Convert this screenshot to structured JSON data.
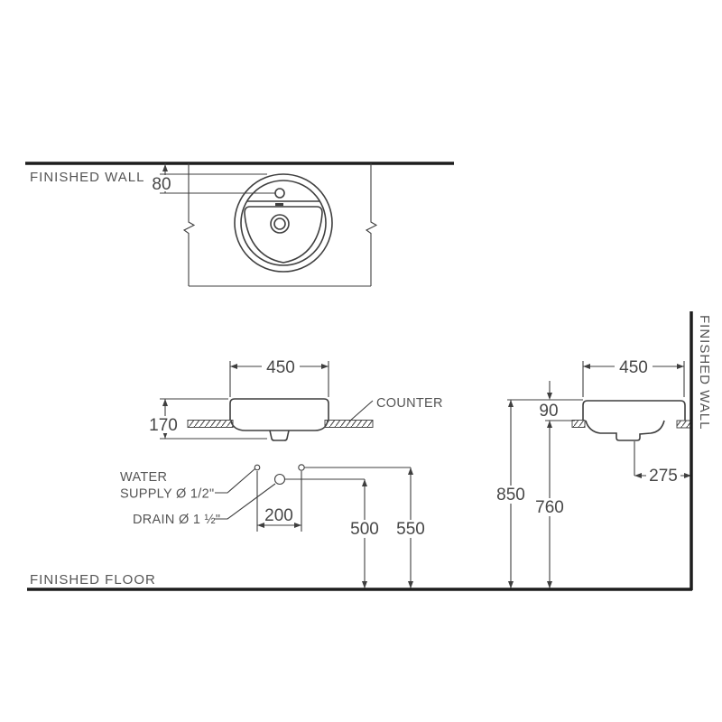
{
  "labels": {
    "finished_wall_top": "FINISHED WALL",
    "finished_wall_right": "FINISHED WALL",
    "finished_floor": "FINISHED FLOOR",
    "counter": "COUNTER",
    "water_supply_line1": "WATER",
    "water_supply_line2": "SUPPLY Ø 1/2\"",
    "drain_label": "DRAIN Ø 1 ½\""
  },
  "dimensions": {
    "wall_to_faucet": "80",
    "basin_width_front": "450",
    "basin_width_side": "450",
    "basin_total_height": "170",
    "above_counter_height": "90",
    "supply_spacing": "200",
    "drain_height_above_floor": "500",
    "supply_height_above_floor": "550",
    "rim_height_above_floor": "850",
    "counter_height_above_floor": "760",
    "drain_to_wall": "275"
  },
  "colors": {
    "line": "#3f3f3f",
    "heavy_line": "#1d1d1d",
    "dimension_text": "#474747",
    "label_text": "#555555",
    "background": "#ffffff"
  }
}
